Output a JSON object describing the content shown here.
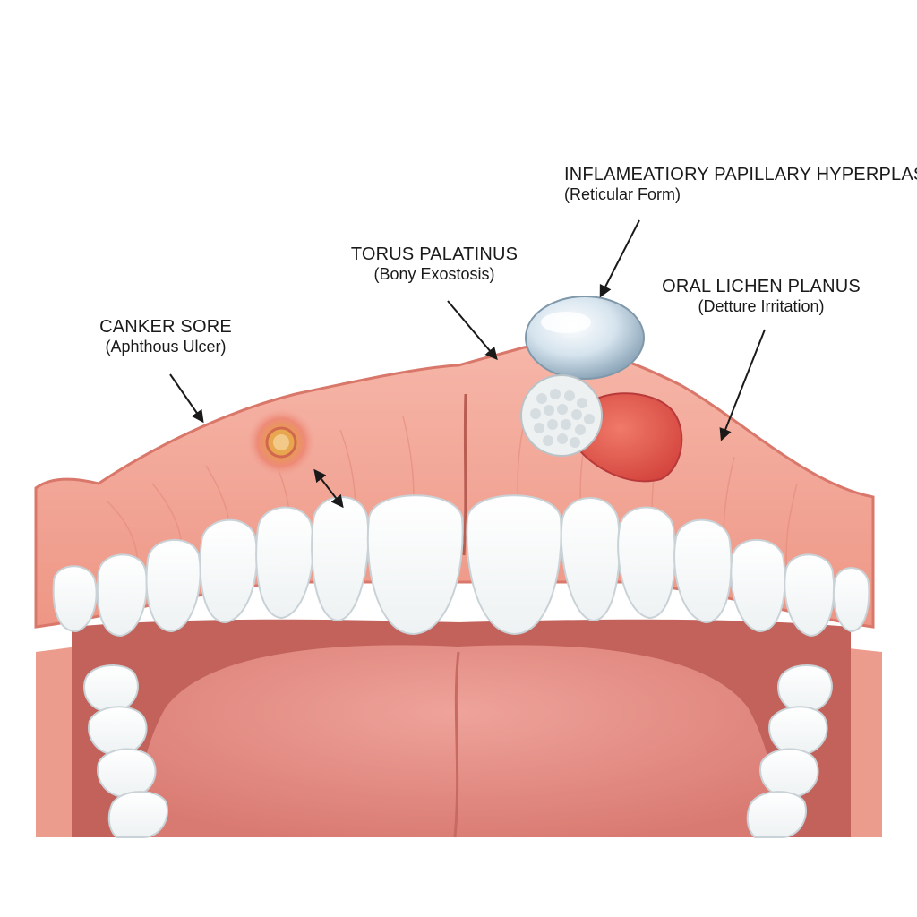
{
  "labels": {
    "canker": {
      "title": "CANKER SORE",
      "sub": "(Aphthous Ulcer)"
    },
    "torus": {
      "title": "TORUS PALATINUS",
      "sub": "(Bony Exostosis)"
    },
    "inflammatory": {
      "title": "INFLAMEATIORY PAPILLARY HYPERPLASIA",
      "sub": "(Reticular Form)"
    },
    "lichen": {
      "title": "ORAL LICHEN PLANUS",
      "sub": "(Detture Irritation)"
    }
  },
  "colors": {
    "gum": "#f2a394",
    "gum_dark": "#d9786a",
    "gum_light": "#f7c2b6",
    "tongue": "#e8938a",
    "mouth_shadow": "#b84f4a",
    "tooth": "#fbfbf8",
    "tooth_edge": "#c9d2d6",
    "ulcer": "#e8a64e",
    "lesion_red": "#e2554a",
    "torus_blue": "#c9dbe6",
    "ink": "#1a1a1a"
  }
}
